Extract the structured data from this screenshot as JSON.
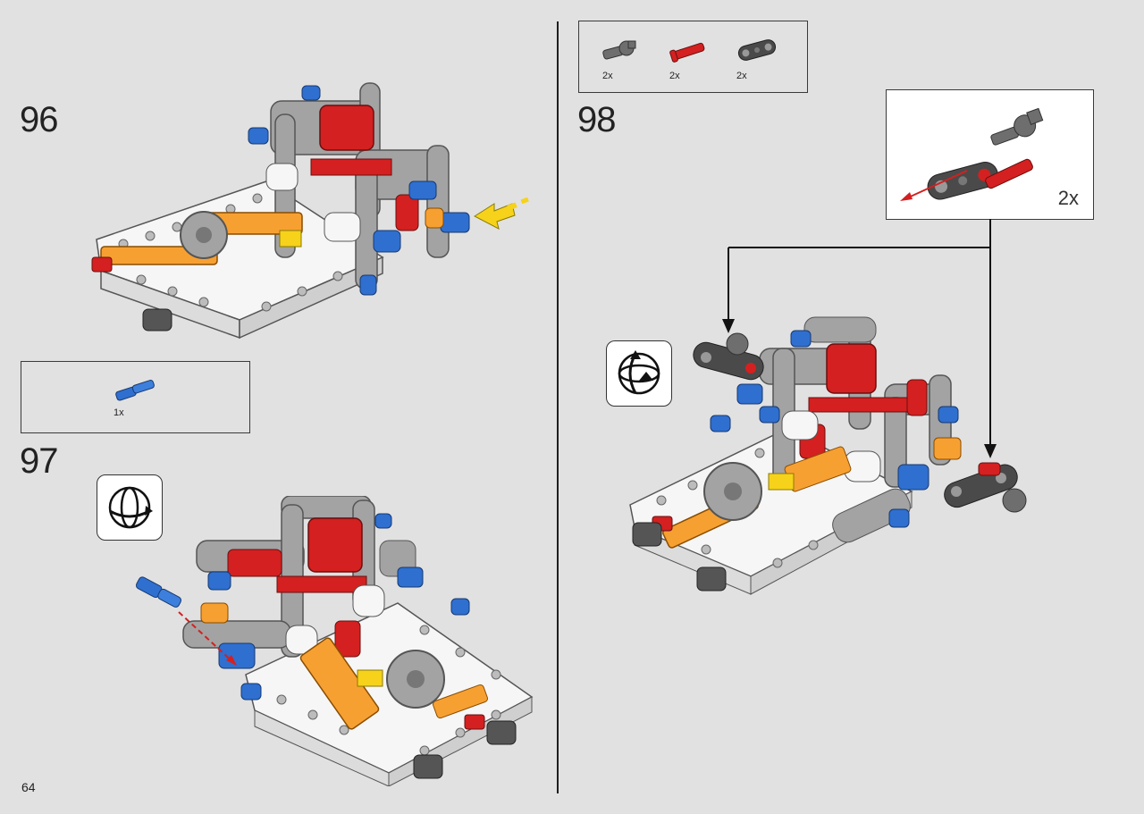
{
  "page": {
    "number": "64"
  },
  "steps": [
    {
      "number": "96"
    },
    {
      "number": "97",
      "parts": [
        {
          "qty": "1x",
          "color": "#2f6fcf",
          "icon": "blue-axle-pin-icon"
        }
      ]
    },
    {
      "number": "98",
      "parts": [
        {
          "qty": "2x",
          "color": "#6e6e6e",
          "icon": "gray-axle-pin-icon"
        },
        {
          "qty": "2x",
          "color": "#d42020",
          "icon": "red-axle-icon"
        },
        {
          "qty": "2x",
          "color": "#4a4a4a",
          "icon": "dark-gray-beam-icon"
        }
      ],
      "callout": {
        "qty": "2x"
      }
    }
  ],
  "colors": {
    "background": "#e1e1e1",
    "white_brick": "#f6f6f6",
    "gray_beam": "#a3a3a3",
    "red": "#d42020",
    "orange": "#f7a032",
    "blue": "#2f6fcf",
    "yellow": "#f6d21a"
  }
}
